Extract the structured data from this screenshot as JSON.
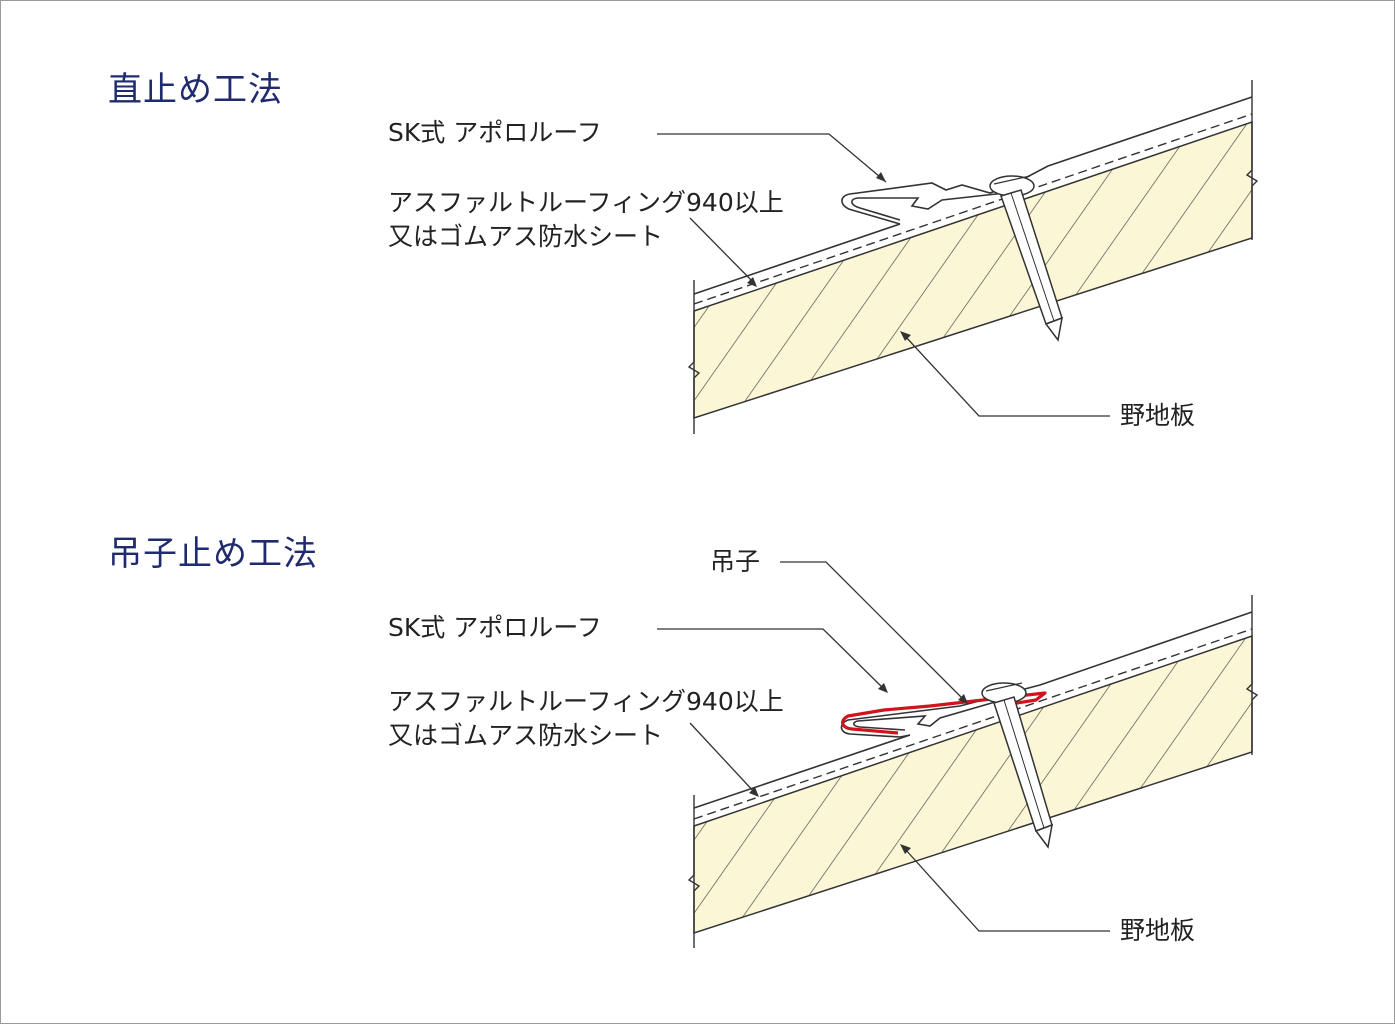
{
  "section1": {
    "title": "直止め工法",
    "roof_label": "SK式 アポロルーフ",
    "underlay_line1": "アスファルトルーフィング940以上",
    "underlay_line2": "又はゴムアス防水シート",
    "board_label": "野地板"
  },
  "section2": {
    "title": "吊子止め工法",
    "clip_label": "吊子",
    "roof_label": "SK式 アポロルーフ",
    "underlay_line1": "アスファルトルーフィング940以上",
    "underlay_line2": "又はゴムアス防水シート",
    "board_label": "野地板"
  },
  "colors": {
    "title": "#1f2b6e",
    "board_fill": "#fbf6d6",
    "clip": "#d0141c",
    "line": "#333333"
  }
}
